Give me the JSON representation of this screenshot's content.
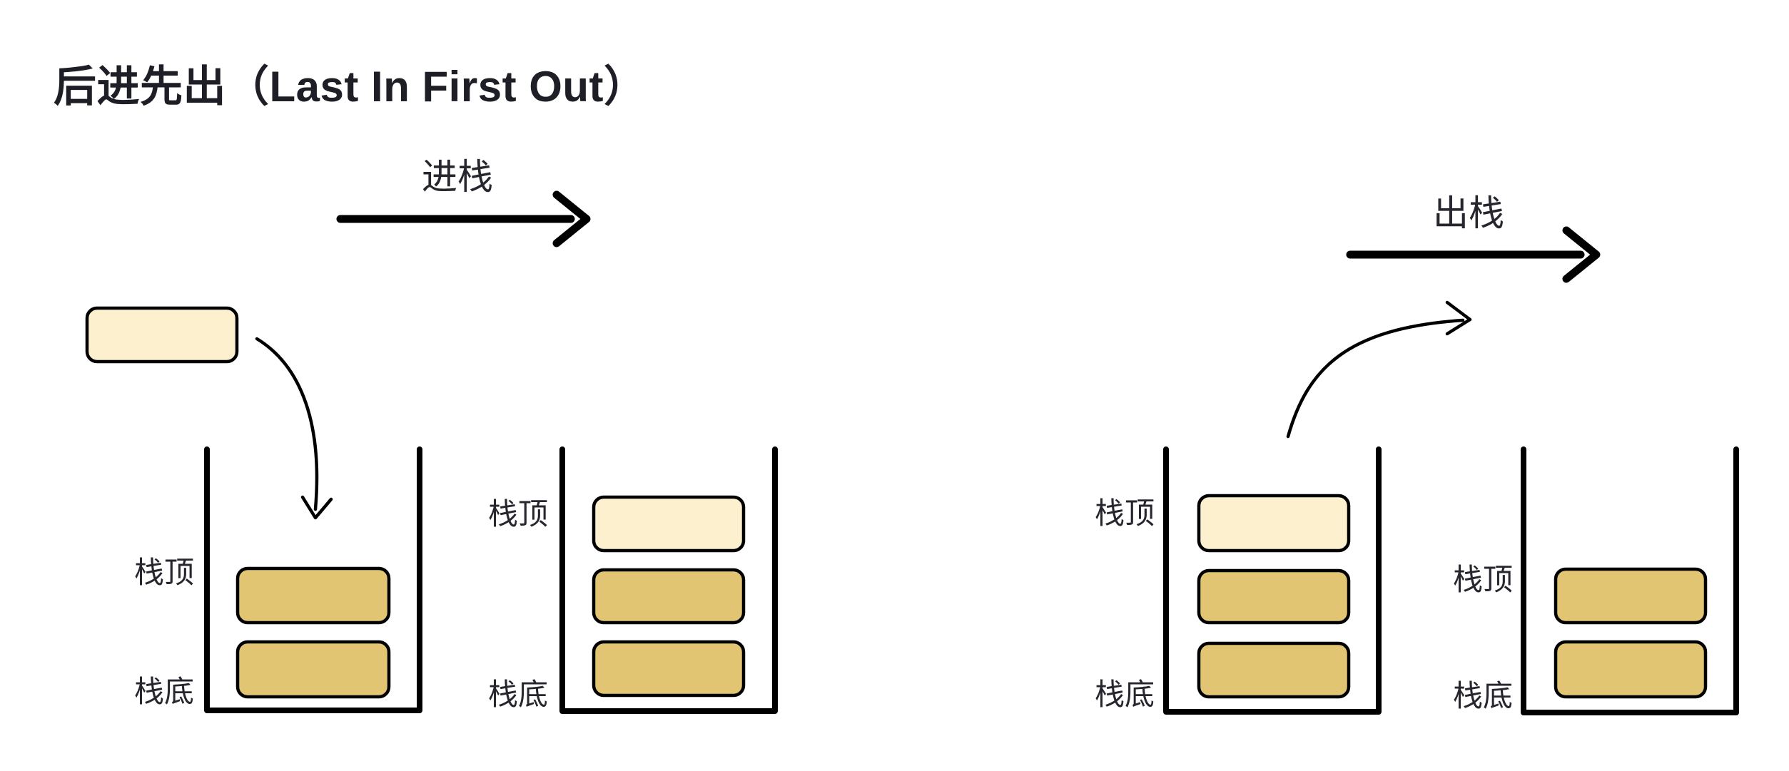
{
  "title": "后进先出（Last In First Out）",
  "colors": {
    "background": "#FFFFFF",
    "stroke": "#000000",
    "text": "#26262E",
    "title_text": "#1E1E26",
    "block_gold": "#E2C573",
    "block_cream": "#FDF0CE"
  },
  "push": {
    "arrow_label": "进栈",
    "incoming_block_fill": "cream",
    "before_stack": {
      "top_label": "栈顶",
      "bottom_label": "栈底",
      "blocks": [
        "gold",
        "gold"
      ]
    },
    "after_stack": {
      "top_label": "栈顶",
      "bottom_label": "栈底",
      "blocks": [
        "cream",
        "gold",
        "gold"
      ]
    }
  },
  "pop": {
    "arrow_label": "出栈",
    "before_stack": {
      "top_label": "栈顶",
      "bottom_label": "栈底",
      "blocks": [
        "cream",
        "gold",
        "gold"
      ]
    },
    "after_stack": {
      "top_label": "栈顶",
      "bottom_label": "栈底",
      "blocks": [
        "gold",
        "gold"
      ]
    }
  }
}
